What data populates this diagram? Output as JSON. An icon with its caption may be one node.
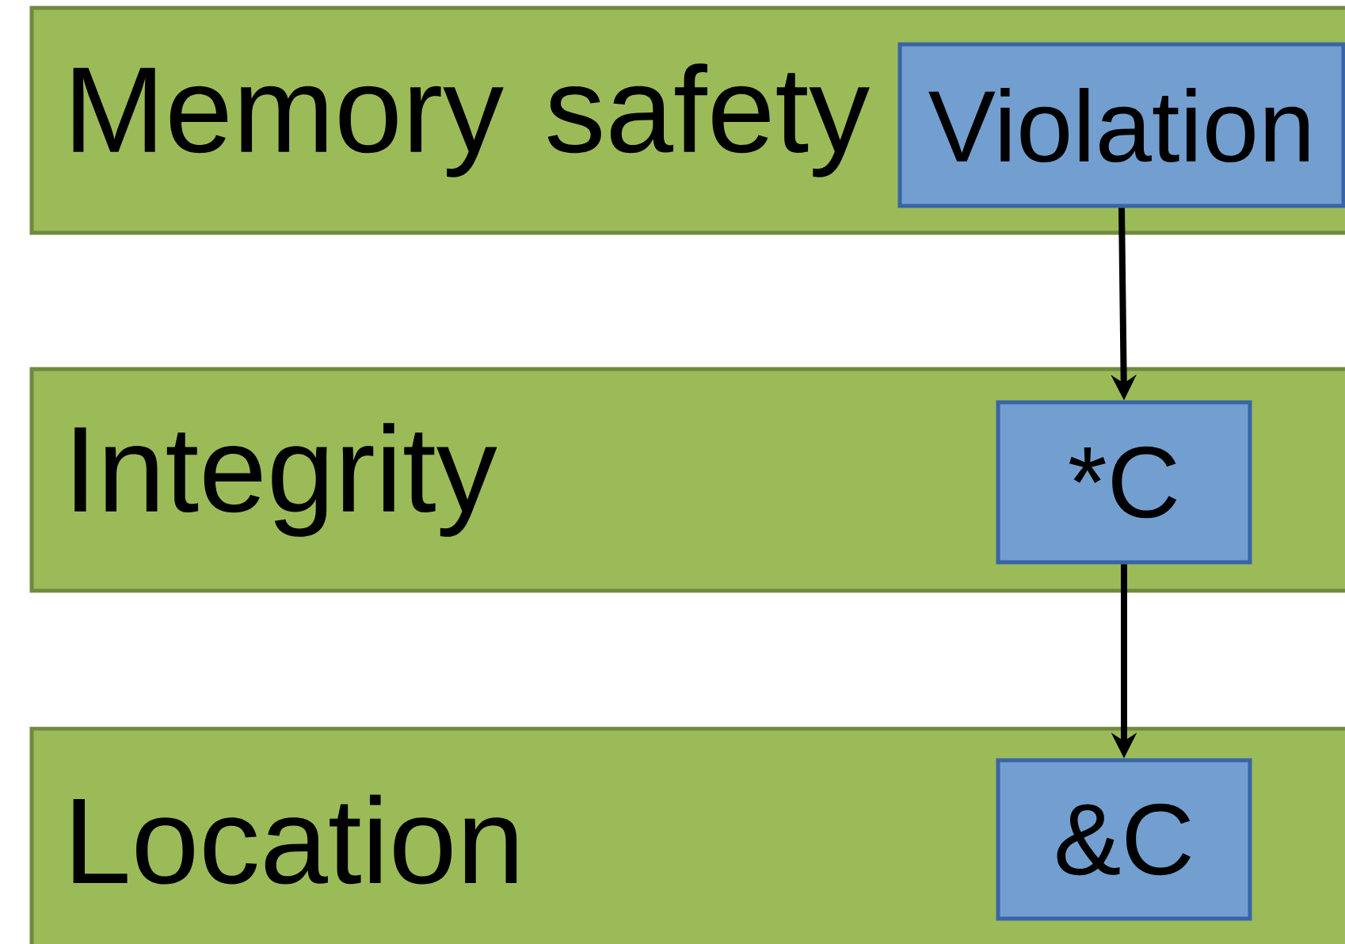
{
  "diagram": {
    "nodes": [
      {
        "text": [
          "Memory safety"
        ]
      },
      {
        "text": [
          "Violation"
        ],
        "in": 0
      },
      {
        "text": [
          "Integrity"
        ]
      },
      {
        "text": [
          "*C"
        ],
        "in": 2
      },
      {
        "text": [
          "Location"
        ]
      },
      {
        "text": [
          "&C"
        ],
        "in": 4
      }
    ],
    "edges": [
      {
        "from": 1,
        "to": 3,
        "arrow": "to"
      },
      {
        "from": 3,
        "to": 5,
        "arrow": "to"
      }
    ]
  }
}
